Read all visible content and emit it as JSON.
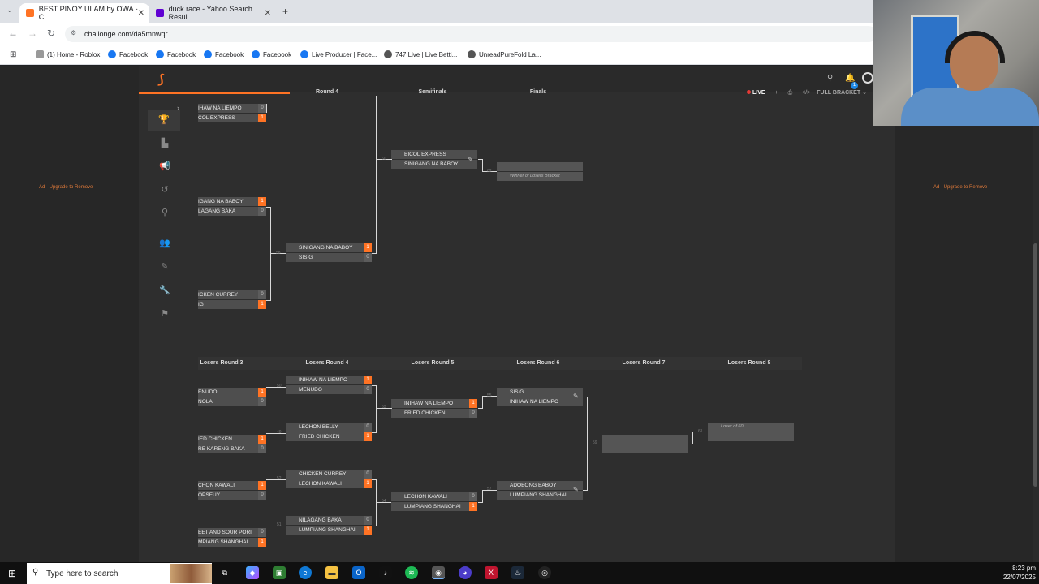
{
  "browser": {
    "tabs": [
      {
        "label": "BEST PINOY ULAM by OWA - C",
        "active": true
      },
      {
        "label": "duck race - Yahoo Search Resul",
        "active": false
      }
    ],
    "new_tab": "+",
    "url": "challonge.com/da5mnwqr",
    "bookmarks": [
      "(1) Home - Roblox",
      "Facebook",
      "Facebook",
      "Facebook",
      "Facebook",
      "Live Producer | Face...",
      "747 Live | Live Betti...",
      "UnreadPureFold La..."
    ]
  },
  "app": {
    "ad_left": "Ad - Upgrade to Remove",
    "ad_right": "Ad - Upgrade to Remove",
    "live": "LIVE",
    "full_bracket": "FULL BRACKET",
    "notif_count": "1"
  },
  "winners": {
    "headers": [
      "Round 4",
      "Semifinals",
      "Finals"
    ],
    "r3": [
      {
        "a": "IHAW NA LIEMPO",
        "as": "0",
        "b": "COL EXPRESS",
        "bs": "1"
      },
      {
        "a": "IGANG NA BABOY",
        "as": "1",
        "b": "LAGANG BAKA",
        "bs": "0"
      },
      {
        "a": "ICKEN CURREY",
        "as": "0",
        "b": "IG",
        "bs": "1"
      }
    ],
    "r4": {
      "num": "58",
      "a": "SINIGANG NA BABOY",
      "as": "1",
      "b": "SISIG",
      "bs": "0"
    },
    "semi": {
      "num": "60",
      "a": "BICOL EXPRESS",
      "b": "SINIGANG NA BABOY"
    },
    "final": {
      "num": "62",
      "a": "",
      "b": "Winner of Losers Bracket"
    }
  },
  "losers": {
    "headers": [
      "Losers Round 3",
      "Losers Round 4",
      "Losers Round 5",
      "Losers Round 6",
      "Losers Round 7",
      "Losers Round 8"
    ],
    "lr3": [
      {
        "a": "ENUDO",
        "as": "1",
        "b": "NOLA",
        "bs": "0"
      },
      {
        "a": "IED CHICKEN",
        "as": "1",
        "b": "RE KARENG BAKA",
        "bs": "0"
      },
      {
        "a": "CHON KAWALI",
        "as": "1",
        "b": "OPSEUY",
        "bs": "0"
      },
      {
        "a": "EET AND SOUR PORI",
        "as": "0",
        "b": "MPIANG SHANGHAI",
        "bs": "1"
      }
    ],
    "lr4": [
      {
        "num": "50",
        "a": "INIHAW NA LIEMPO",
        "as": "1",
        "b": "MENUDO",
        "bs": "0"
      },
      {
        "num": "49",
        "a": "LECHON BELLY",
        "as": "0",
        "b": "FRIED CHICKEN",
        "bs": "1"
      },
      {
        "num": "52",
        "a": "CHICKEN CURREY",
        "as": "0",
        "b": "LECHON KAWALI",
        "bs": "1"
      },
      {
        "num": "51",
        "a": "NILAGANG BAKA",
        "as": "0",
        "b": "LUMPIANG SHANGHAI",
        "bs": "1"
      }
    ],
    "lr5": [
      {
        "num": "53",
        "a": "INIHAW NA LIEMPO",
        "as": "1",
        "b": "FRIED CHICKEN",
        "bs": "0"
      },
      {
        "num": "54",
        "a": "LECHON KAWALI",
        "as": "0",
        "b": "LUMPIANG SHANGHAI",
        "bs": "1"
      }
    ],
    "lr6": [
      {
        "num": "55",
        "a": "SISIG",
        "b": "INIHAW NA LIEMPO"
      },
      {
        "num": "57",
        "a": "ADOBONG BABOY",
        "b": "LUMPIANG SHANGHAI"
      }
    ],
    "lr7": {
      "num": "59",
      "a": "",
      "b": ""
    },
    "lr8": {
      "num": "61",
      "a": "Loser of 60",
      "b": ""
    }
  },
  "taskbar": {
    "search_placeholder": "Type here to search",
    "time": "8:23 pm",
    "date": "22/07/2025"
  }
}
